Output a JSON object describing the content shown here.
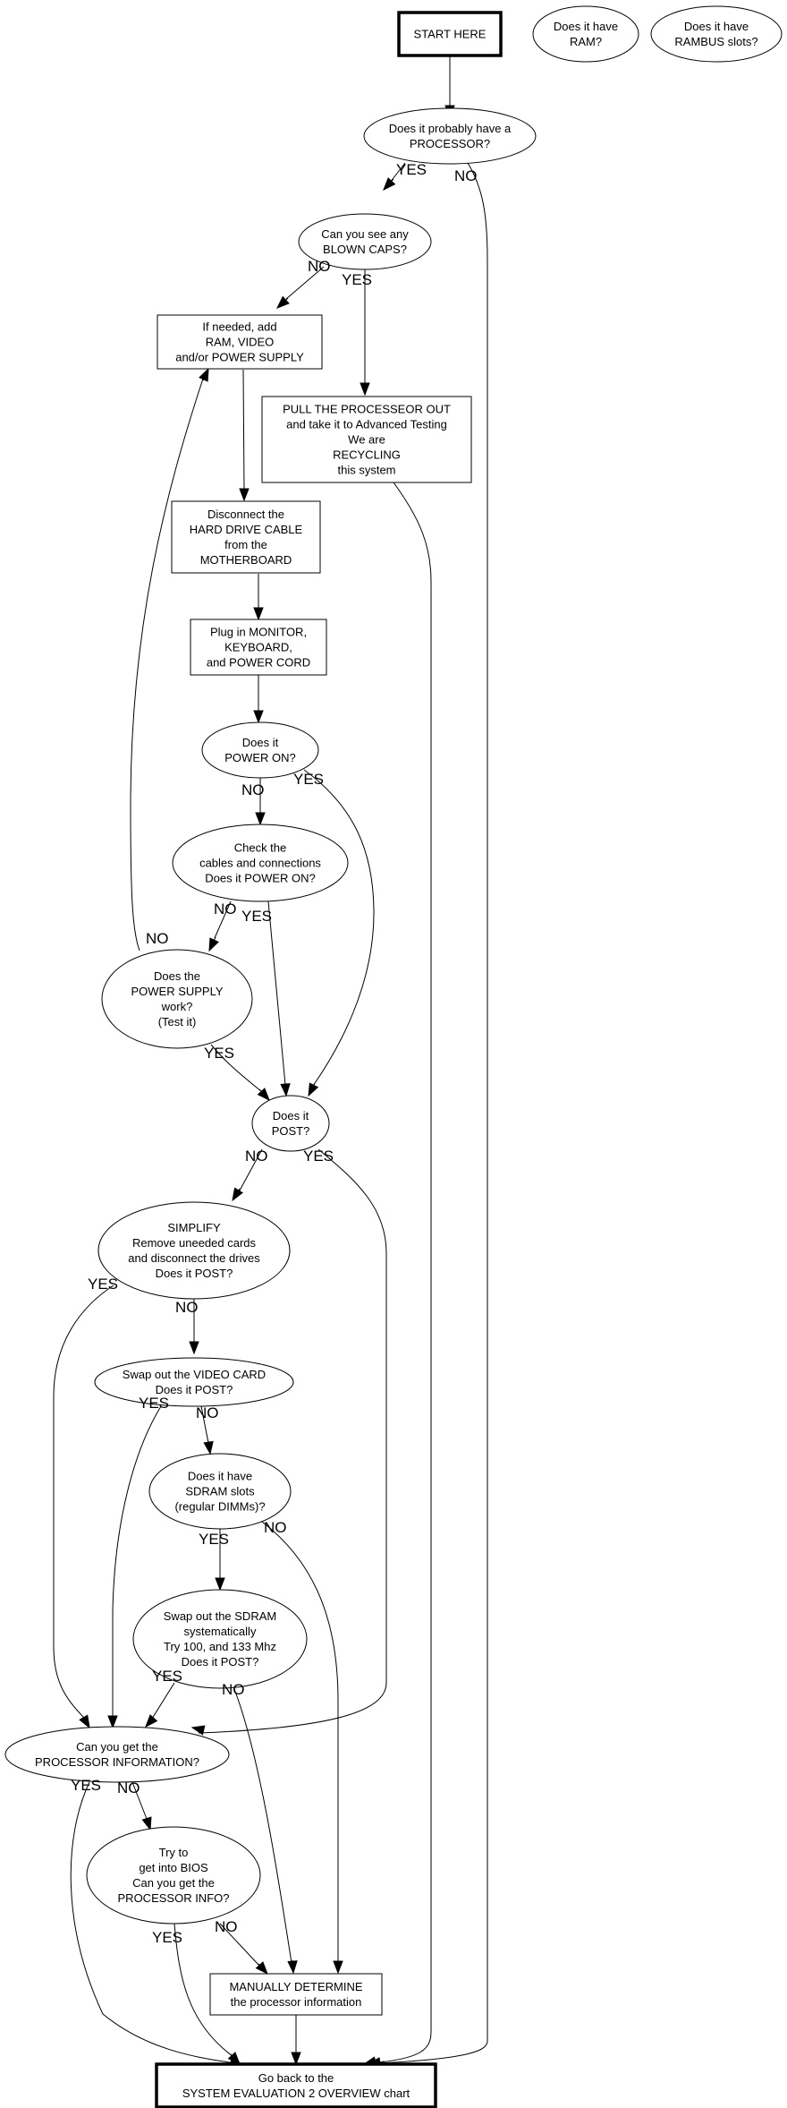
{
  "diagram": {
    "type": "flowchart",
    "nodes": {
      "start": {
        "shape": "box-bold",
        "lines": [
          "START HERE"
        ]
      },
      "has_ram": {
        "shape": "ellipse",
        "lines": [
          "Does it have",
          "RAM?"
        ]
      },
      "has_rambus": {
        "shape": "ellipse",
        "lines": [
          "Does it have",
          "RAMBUS slots?"
        ]
      },
      "has_processor": {
        "shape": "ellipse",
        "lines": [
          "Does it probably have a",
          "PROCESSOR?"
        ]
      },
      "blown_caps": {
        "shape": "ellipse",
        "lines": [
          "Can you see any",
          "BLOWN CAPS?"
        ]
      },
      "add_parts": {
        "shape": "box",
        "lines": [
          "If needed, add",
          "RAM, VIDEO",
          "and/or POWER SUPPLY"
        ]
      },
      "pull_processor": {
        "shape": "box",
        "lines": [
          "PULL THE PROCESSEOR OUT",
          "and take it to Advanced Testing",
          "We are",
          "RECYCLING",
          "this system"
        ]
      },
      "disconnect_hd": {
        "shape": "box",
        "lines": [
          "Disconnect the",
          "HARD DRIVE CABLE",
          "from the",
          "MOTHERBOARD"
        ]
      },
      "plug_in": {
        "shape": "box",
        "lines": [
          "Plug in MONITOR,",
          "KEYBOARD,",
          "and POWER CORD"
        ]
      },
      "power_on": {
        "shape": "ellipse",
        "lines": [
          "Does it",
          "POWER ON?"
        ]
      },
      "check_cables": {
        "shape": "ellipse",
        "lines": [
          "Check the",
          "cables and connections",
          "Does it POWER ON?"
        ]
      },
      "power_supply": {
        "shape": "ellipse",
        "lines": [
          "Does the",
          "POWER SUPPLY",
          "work?",
          "(Test it)"
        ]
      },
      "post": {
        "shape": "ellipse",
        "lines": [
          "Does it",
          "POST?"
        ]
      },
      "simplify": {
        "shape": "ellipse",
        "lines": [
          "SIMPLIFY",
          "Remove uneeded cards",
          "and disconnect the drives",
          "Does it POST?"
        ]
      },
      "swap_video": {
        "shape": "ellipse",
        "lines": [
          "Swap out the VIDEO CARD",
          "Does it POST?"
        ]
      },
      "sdram_slots": {
        "shape": "ellipse",
        "lines": [
          "Does it have",
          "SDRAM slots",
          "(regular DIMMs)?"
        ]
      },
      "swap_sdram": {
        "shape": "ellipse",
        "lines": [
          "Swap out the SDRAM",
          "systematically",
          "Try 100, and 133 Mhz",
          "Does it POST?"
        ]
      },
      "proc_info": {
        "shape": "ellipse",
        "lines": [
          "Can you get the",
          "PROCESSOR INFORMATION?"
        ]
      },
      "bios": {
        "shape": "ellipse",
        "lines": [
          "Try to",
          "get into BIOS",
          "Can you get the",
          "PROCESSOR INFO?"
        ]
      },
      "manual": {
        "shape": "box",
        "lines": [
          "MANUALLY DETERMINE",
          "the processor information"
        ]
      },
      "go_back": {
        "shape": "box-bold",
        "lines": [
          "Go back to the",
          "SYSTEM EVALUATION 2 OVERVIEW chart"
        ]
      }
    },
    "edges": [
      {
        "from": "start",
        "to": "has_processor",
        "label": ""
      },
      {
        "from": "has_processor",
        "to": "blown_caps",
        "label": "YES"
      },
      {
        "from": "has_processor",
        "to": "go_back",
        "label": "NO"
      },
      {
        "from": "blown_caps",
        "to": "add_parts",
        "label": "NO"
      },
      {
        "from": "blown_caps",
        "to": "pull_processor",
        "label": "YES"
      },
      {
        "from": "pull_processor",
        "to": "go_back",
        "label": ""
      },
      {
        "from": "add_parts",
        "to": "disconnect_hd",
        "label": ""
      },
      {
        "from": "disconnect_hd",
        "to": "plug_in",
        "label": ""
      },
      {
        "from": "plug_in",
        "to": "power_on",
        "label": ""
      },
      {
        "from": "power_on",
        "to": "check_cables",
        "label": "NO"
      },
      {
        "from": "power_on",
        "to": "post",
        "label": "YES"
      },
      {
        "from": "check_cables",
        "to": "power_supply",
        "label": "NO"
      },
      {
        "from": "check_cables",
        "to": "post",
        "label": "YES"
      },
      {
        "from": "power_supply",
        "to": "add_parts",
        "label": "NO"
      },
      {
        "from": "power_supply",
        "to": "post",
        "label": "YES"
      },
      {
        "from": "post",
        "to": "simplify",
        "label": "NO"
      },
      {
        "from": "post",
        "to": "proc_info",
        "label": "YES"
      },
      {
        "from": "simplify",
        "to": "swap_video",
        "label": "NO"
      },
      {
        "from": "simplify",
        "to": "proc_info",
        "label": "YES"
      },
      {
        "from": "swap_video",
        "to": "sdram_slots",
        "label": "NO"
      },
      {
        "from": "swap_video",
        "to": "proc_info",
        "label": "YES"
      },
      {
        "from": "sdram_slots",
        "to": "swap_sdram",
        "label": "YES"
      },
      {
        "from": "sdram_slots",
        "to": "manual",
        "label": "NO"
      },
      {
        "from": "swap_sdram",
        "to": "proc_info",
        "label": "YES"
      },
      {
        "from": "swap_sdram",
        "to": "manual",
        "label": "NO"
      },
      {
        "from": "proc_info",
        "to": "bios",
        "label": "NO"
      },
      {
        "from": "proc_info",
        "to": "go_back",
        "label": "YES"
      },
      {
        "from": "bios",
        "to": "manual",
        "label": "NO"
      },
      {
        "from": "bios",
        "to": "go_back",
        "label": "YES"
      },
      {
        "from": "manual",
        "to": "go_back",
        "label": ""
      }
    ]
  }
}
